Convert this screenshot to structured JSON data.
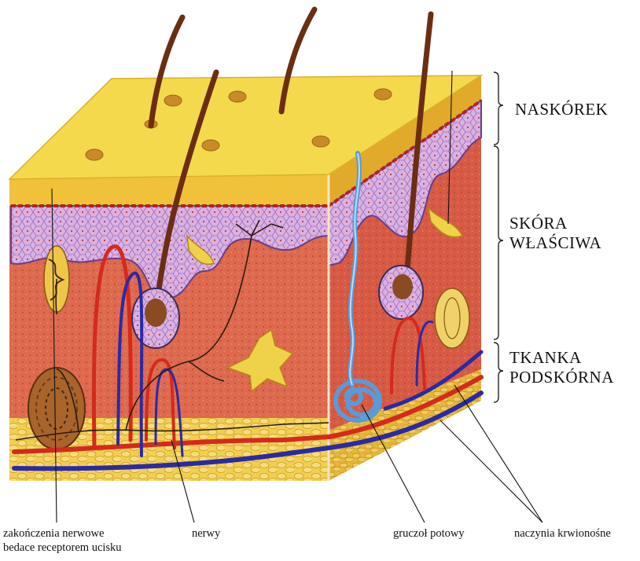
{
  "layers": [
    {
      "id": "epidermis",
      "lines": [
        "NASKÓREK"
      ]
    },
    {
      "id": "dermis",
      "lines": [
        "SKÓRA",
        "WŁAŚCIWA"
      ]
    },
    {
      "id": "hypodermis",
      "lines": [
        "TKANKA",
        "PODSKÓRNA"
      ]
    }
  ],
  "callouts": {
    "nerve_endings": [
      "zakończenia nerwowe",
      "bedace receptorem ucisku"
    ],
    "nerves": "nerwy",
    "sweat_gland": "gruczoł potowy",
    "blood_vessels": "naczynia krwionośne"
  },
  "colors": {
    "epidermis": "#f3d23a",
    "dermis": "#d9604a",
    "cell_layer": "#c9a2d6",
    "fat": "#f0c84a",
    "artery": "#d42a1e",
    "vein": "#2a2aa8",
    "sweat_gland": "#6aa8e0",
    "hair": "#6b2e12"
  }
}
